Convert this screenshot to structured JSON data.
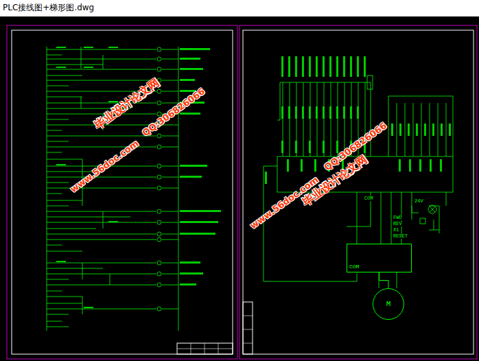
{
  "diagram": {
    "nodes": [
      {
        "text": [
          "COM"
        ]
      },
      {
        "text": [
          "M"
        ]
      }
    ],
    "edges": [
      {
        "from": 0,
        "to": 1,
        "arrow": "none"
      }
    ],
    "labels": [
      "PLC接线图+梯形图.dwg",
      "毕业设计论文网",
      "www.56doc.com",
      "QQ:306826066",
      "毕业设计论文网",
      "www.56doc.com",
      "QQ:306826066",
      "FWD",
      "REV",
      "X1",
      "RESET",
      "COM",
      "24V"
    ]
  }
}
